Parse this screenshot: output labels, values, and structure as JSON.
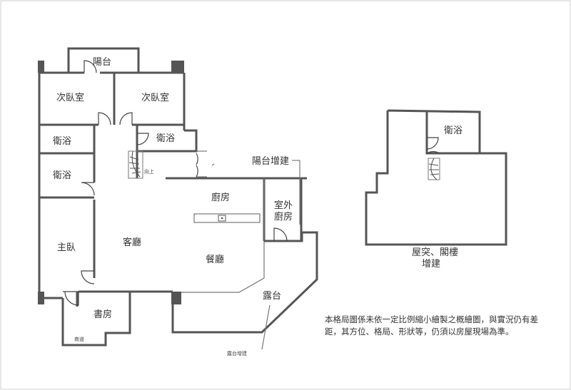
{
  "rooms": {
    "balcony": "陽台",
    "bedroom_2a": "次臥室",
    "bedroom_2b": "次臥室",
    "bath_1": "衛浴",
    "bath_2": "衛浴",
    "bath_3": "衛浴",
    "bath_attic": "衛浴",
    "kitchen": "廚房",
    "outdoor_kitchen_1": "室外",
    "outdoor_kitchen_2": "廚房",
    "master": "主臥",
    "living": "客廳",
    "dining": "餐廳",
    "study": "書房",
    "terrace": "露台"
  },
  "annotations": {
    "stair_up": "向上",
    "balcony_extension": "陽台增建",
    "terrace_extension": "露台增建",
    "study_small": "商道",
    "attic_line1": "屋突、閣樓",
    "attic_line2": "增建"
  },
  "disclaimer": "本格局圖係未依一定比例縮小繪製之概繪圖，與實況仍有差距，其方位、格局、形狀等，仍須以房屋現場為準。"
}
